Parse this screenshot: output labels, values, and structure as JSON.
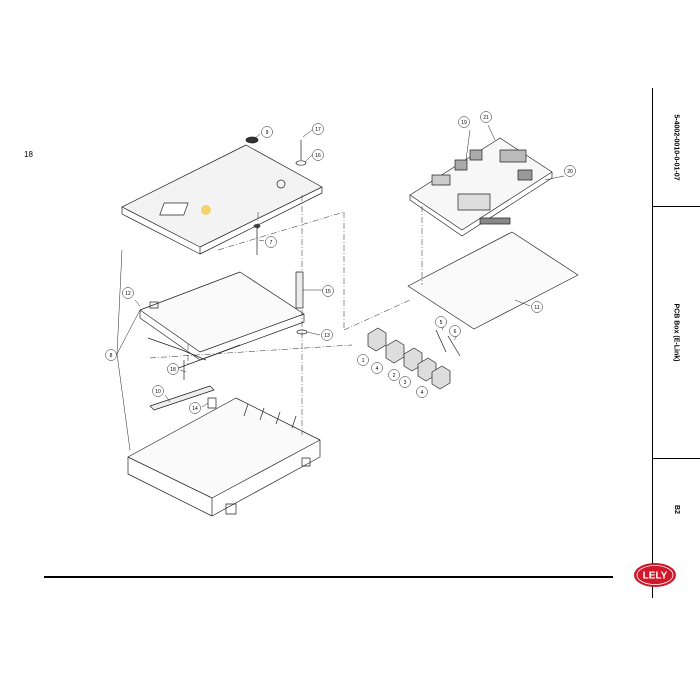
{
  "page": {
    "number": "18"
  },
  "sidebar": {
    "doc_code": "5-4002-0010-0-01-07",
    "title": "PCB Box (E-Link)",
    "revision": "B2"
  },
  "brand": {
    "logo_text": "LELY",
    "color": "#d0182a"
  },
  "callouts": [
    "1",
    "2",
    "3",
    "4",
    "4",
    "5",
    "6",
    "7",
    "8",
    "9",
    "10",
    "11",
    "12",
    "13",
    "14",
    "15",
    "16",
    "17",
    "18",
    "19",
    "20",
    "21"
  ]
}
